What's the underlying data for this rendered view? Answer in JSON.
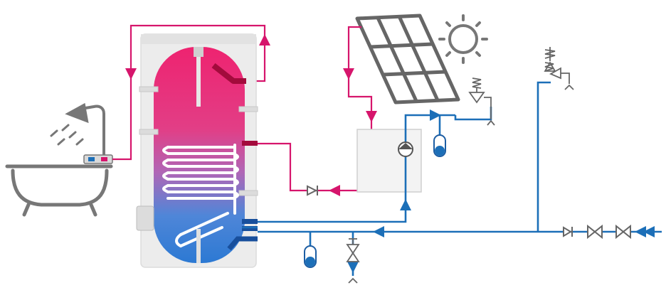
{
  "diagram": {
    "components": [
      {
        "id": "bathtub",
        "icon": "bathtub-icon"
      },
      {
        "id": "shower",
        "icon": "shower-head-icon"
      },
      {
        "id": "mixer",
        "icon": "mixing-valve-icon"
      },
      {
        "id": "tank",
        "icon": "hot-water-storage-tank-icon"
      },
      {
        "id": "coil",
        "icon": "heat-exchanger-coil-icon"
      },
      {
        "id": "solar-panel",
        "icon": "solar-collector-icon"
      },
      {
        "id": "sun",
        "icon": "sun-icon"
      },
      {
        "id": "pump-station",
        "icon": "circulation-pump-icon"
      },
      {
        "id": "solar-expansion-vessel",
        "icon": "expansion-vessel-icon"
      },
      {
        "id": "solar-safety-valve",
        "icon": "safety-valve-icon"
      },
      {
        "id": "cold-expansion-vessel",
        "icon": "expansion-vessel-icon"
      },
      {
        "id": "cold-safety-valve",
        "icon": "safety-valve-icon"
      },
      {
        "id": "main-safety-valve",
        "icon": "safety-valve-icon"
      },
      {
        "id": "check-valve-return",
        "icon": "check-valve-icon"
      },
      {
        "id": "inlet-valves",
        "icon": "gate-valve-icon"
      }
    ],
    "colors": {
      "hot": "#d6156c",
      "cold": "#1c6fb8",
      "hot_fill": "#f0317a",
      "cold_fill": "#2c7ad2",
      "tank_shell": "#e9e9e9",
      "outline": "#8f8f8f",
      "pipe_grey": "#6f6f6f"
    }
  }
}
